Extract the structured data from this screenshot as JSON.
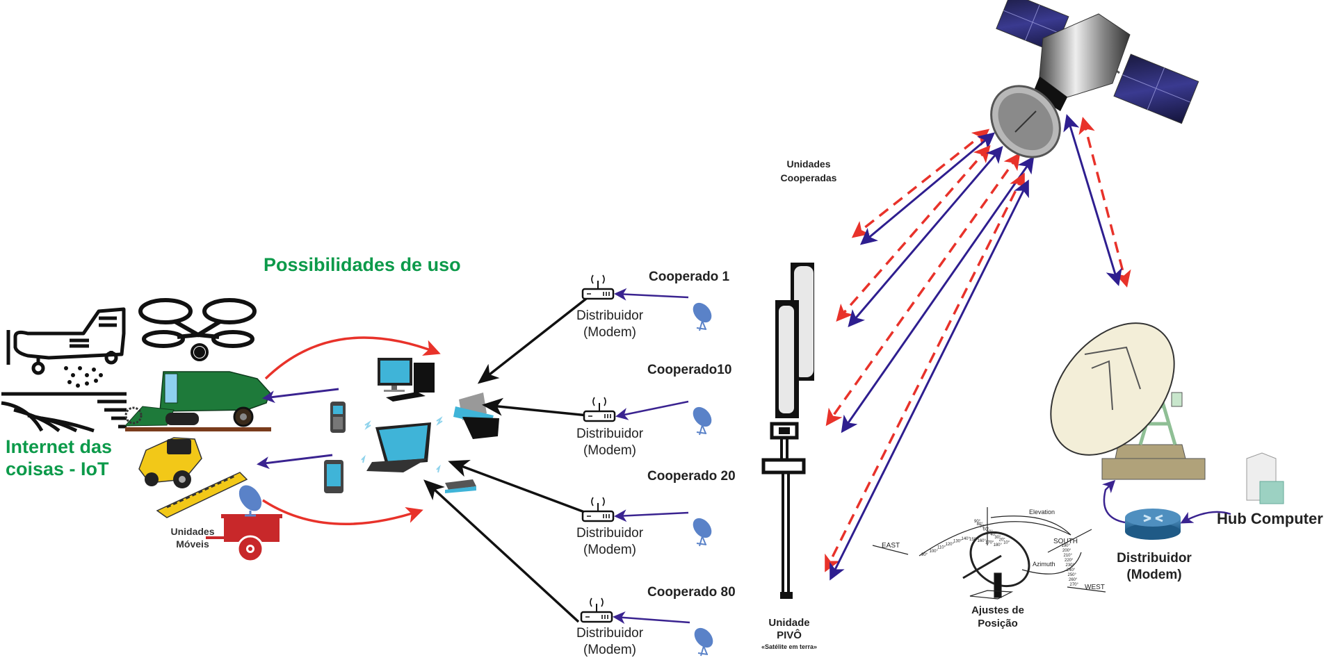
{
  "title_possibilities": "Possibilidades de uso",
  "title_iot": [
    "Internet das",
    "coisas - IoT"
  ],
  "mobile_units": [
    "Unidades",
    "Móveis"
  ],
  "cooperated_units": [
    "Unidades",
    "Cooperadas"
  ],
  "cooperados": [
    {
      "name": "Cooperado 1",
      "modem": [
        "Distribuidor",
        "(Modem)"
      ]
    },
    {
      "name": "Cooperado10",
      "modem": [
        "Distribuidor",
        "(Modem)"
      ]
    },
    {
      "name": "Cooperado 20",
      "modem": [
        "Distribuidor",
        "(Modem)"
      ]
    },
    {
      "name": "Cooperado 80",
      "modem": [
        "Distribuidor",
        "(Modem)"
      ]
    }
  ],
  "pivot_unit": {
    "line1": "Unidade",
    "line2": "PIVÔ",
    "subtitle": "«Satélite em terra»"
  },
  "position_adjust": [
    "Ajustes de",
    "Posição"
  ],
  "hub_modem": [
    "Distribuidor",
    "(Modem)"
  ],
  "hub_computer": "Hub Computer",
  "compass": {
    "east": "EAST",
    "south": "SOUTH",
    "west": "WEST",
    "elevation": "Elevation",
    "azimuth": "Azimuth",
    "elevation_ticks": [
      "90°",
      "80°",
      "70°",
      "60°",
      "50°",
      "40°",
      "30°",
      "20°",
      "10°"
    ],
    "azimuth_ticks": [
      "90°",
      "100°",
      "110°",
      "120°",
      "130°",
      "140°",
      "150°",
      "160°",
      "170°",
      "180°",
      "190°",
      "200°",
      "210°",
      "220°",
      "230°",
      "240°",
      "250°",
      "260°",
      "270°"
    ]
  },
  "icons": {
    "airplane": "crop-duster-airplane-icon",
    "drone": "drone-icon",
    "harvester_green": "combine-harvester-icon",
    "harvester_yellow": "yellow-harvester-icon",
    "field": "plowed-field-icon",
    "trailer": "mobile-trailer-icon",
    "satellite": "satellite-icon",
    "ground_station": "ground-station-dish-icon",
    "server": "server-icon",
    "router": "router-icon"
  },
  "colors": {
    "green_text": "#0c9a4a",
    "red_arrow": "#e8322a",
    "blue_arrow": "#2e1e8f",
    "black_arrow": "#111111",
    "dish_blue": "#5a82c8",
    "screen_blue": "#3fb4d8",
    "harvester_green": "#1e7a3a",
    "harvester_yellow": "#f2c818",
    "trailer_red": "#c8282a",
    "router_blue": "#2f6f9e",
    "dish_cream": "#f3eed8",
    "tower_green": "#c8e6cc",
    "base_olive": "#b0a27a"
  }
}
